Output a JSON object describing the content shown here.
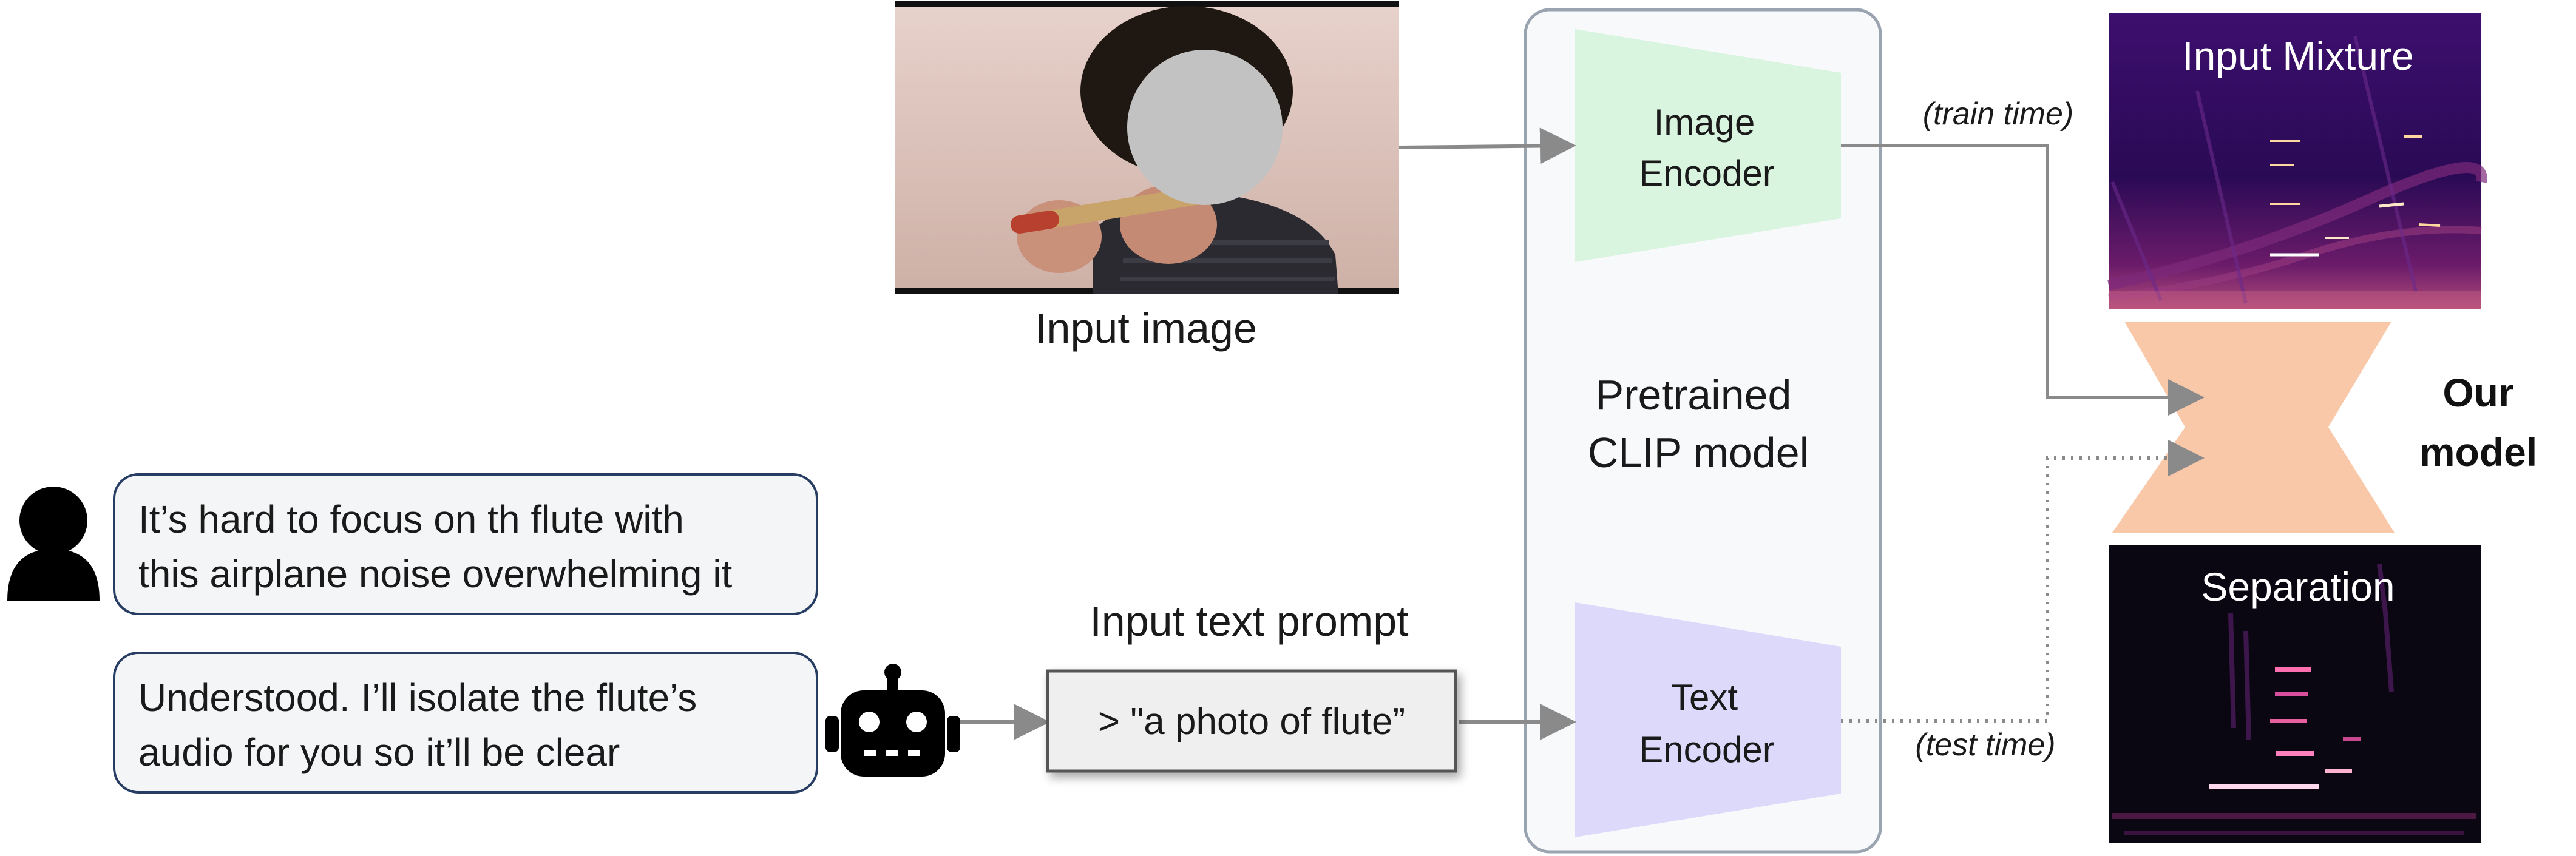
{
  "colors": {
    "arrow": "#8a8a8a",
    "image_encoder": "#d9f4df",
    "text_encoder": "#ddd9fb",
    "model": "#f8c8a8",
    "clip_box_fill": "#f8f9fb",
    "clip_box_stroke": "#9aa3b0",
    "bubble_fill": "#f4f5f6",
    "bubble_stroke": "#273d63",
    "prompt_box_fill": "#efefef",
    "prompt_box_stroke": "#555555",
    "photo_background": "#dcc3bc",
    "face_blur": "#c2c2c2"
  },
  "icons": {
    "user": "user-silhouette-icon",
    "bot": "robot-icon"
  },
  "labels": {
    "input_image": "Input image",
    "input_text_prompt": "Input text prompt",
    "prompt_text": "> \"a photo of flute”",
    "clip_model_line1": "Pretrained",
    "clip_model_line2": "CLIP model",
    "image_encoder_line1": "Image",
    "image_encoder_line2": "Encoder",
    "text_encoder_line1": "Text",
    "text_encoder_line2": "Encoder",
    "train_time": "(train time)",
    "test_time": "(test time)",
    "input_mixture": "Input Mixture",
    "separation": "Separation",
    "our_model_line1": "Our",
    "our_model_line2": "model"
  },
  "chat": {
    "user_message_line1": "It’s hard to focus on th flute with",
    "user_message_line2": "this airplane noise overwhelming it",
    "bot_message_line1": "Understood. I’ll isolate the flute’s",
    "bot_message_line2": "audio for you so it’ll be clear"
  }
}
